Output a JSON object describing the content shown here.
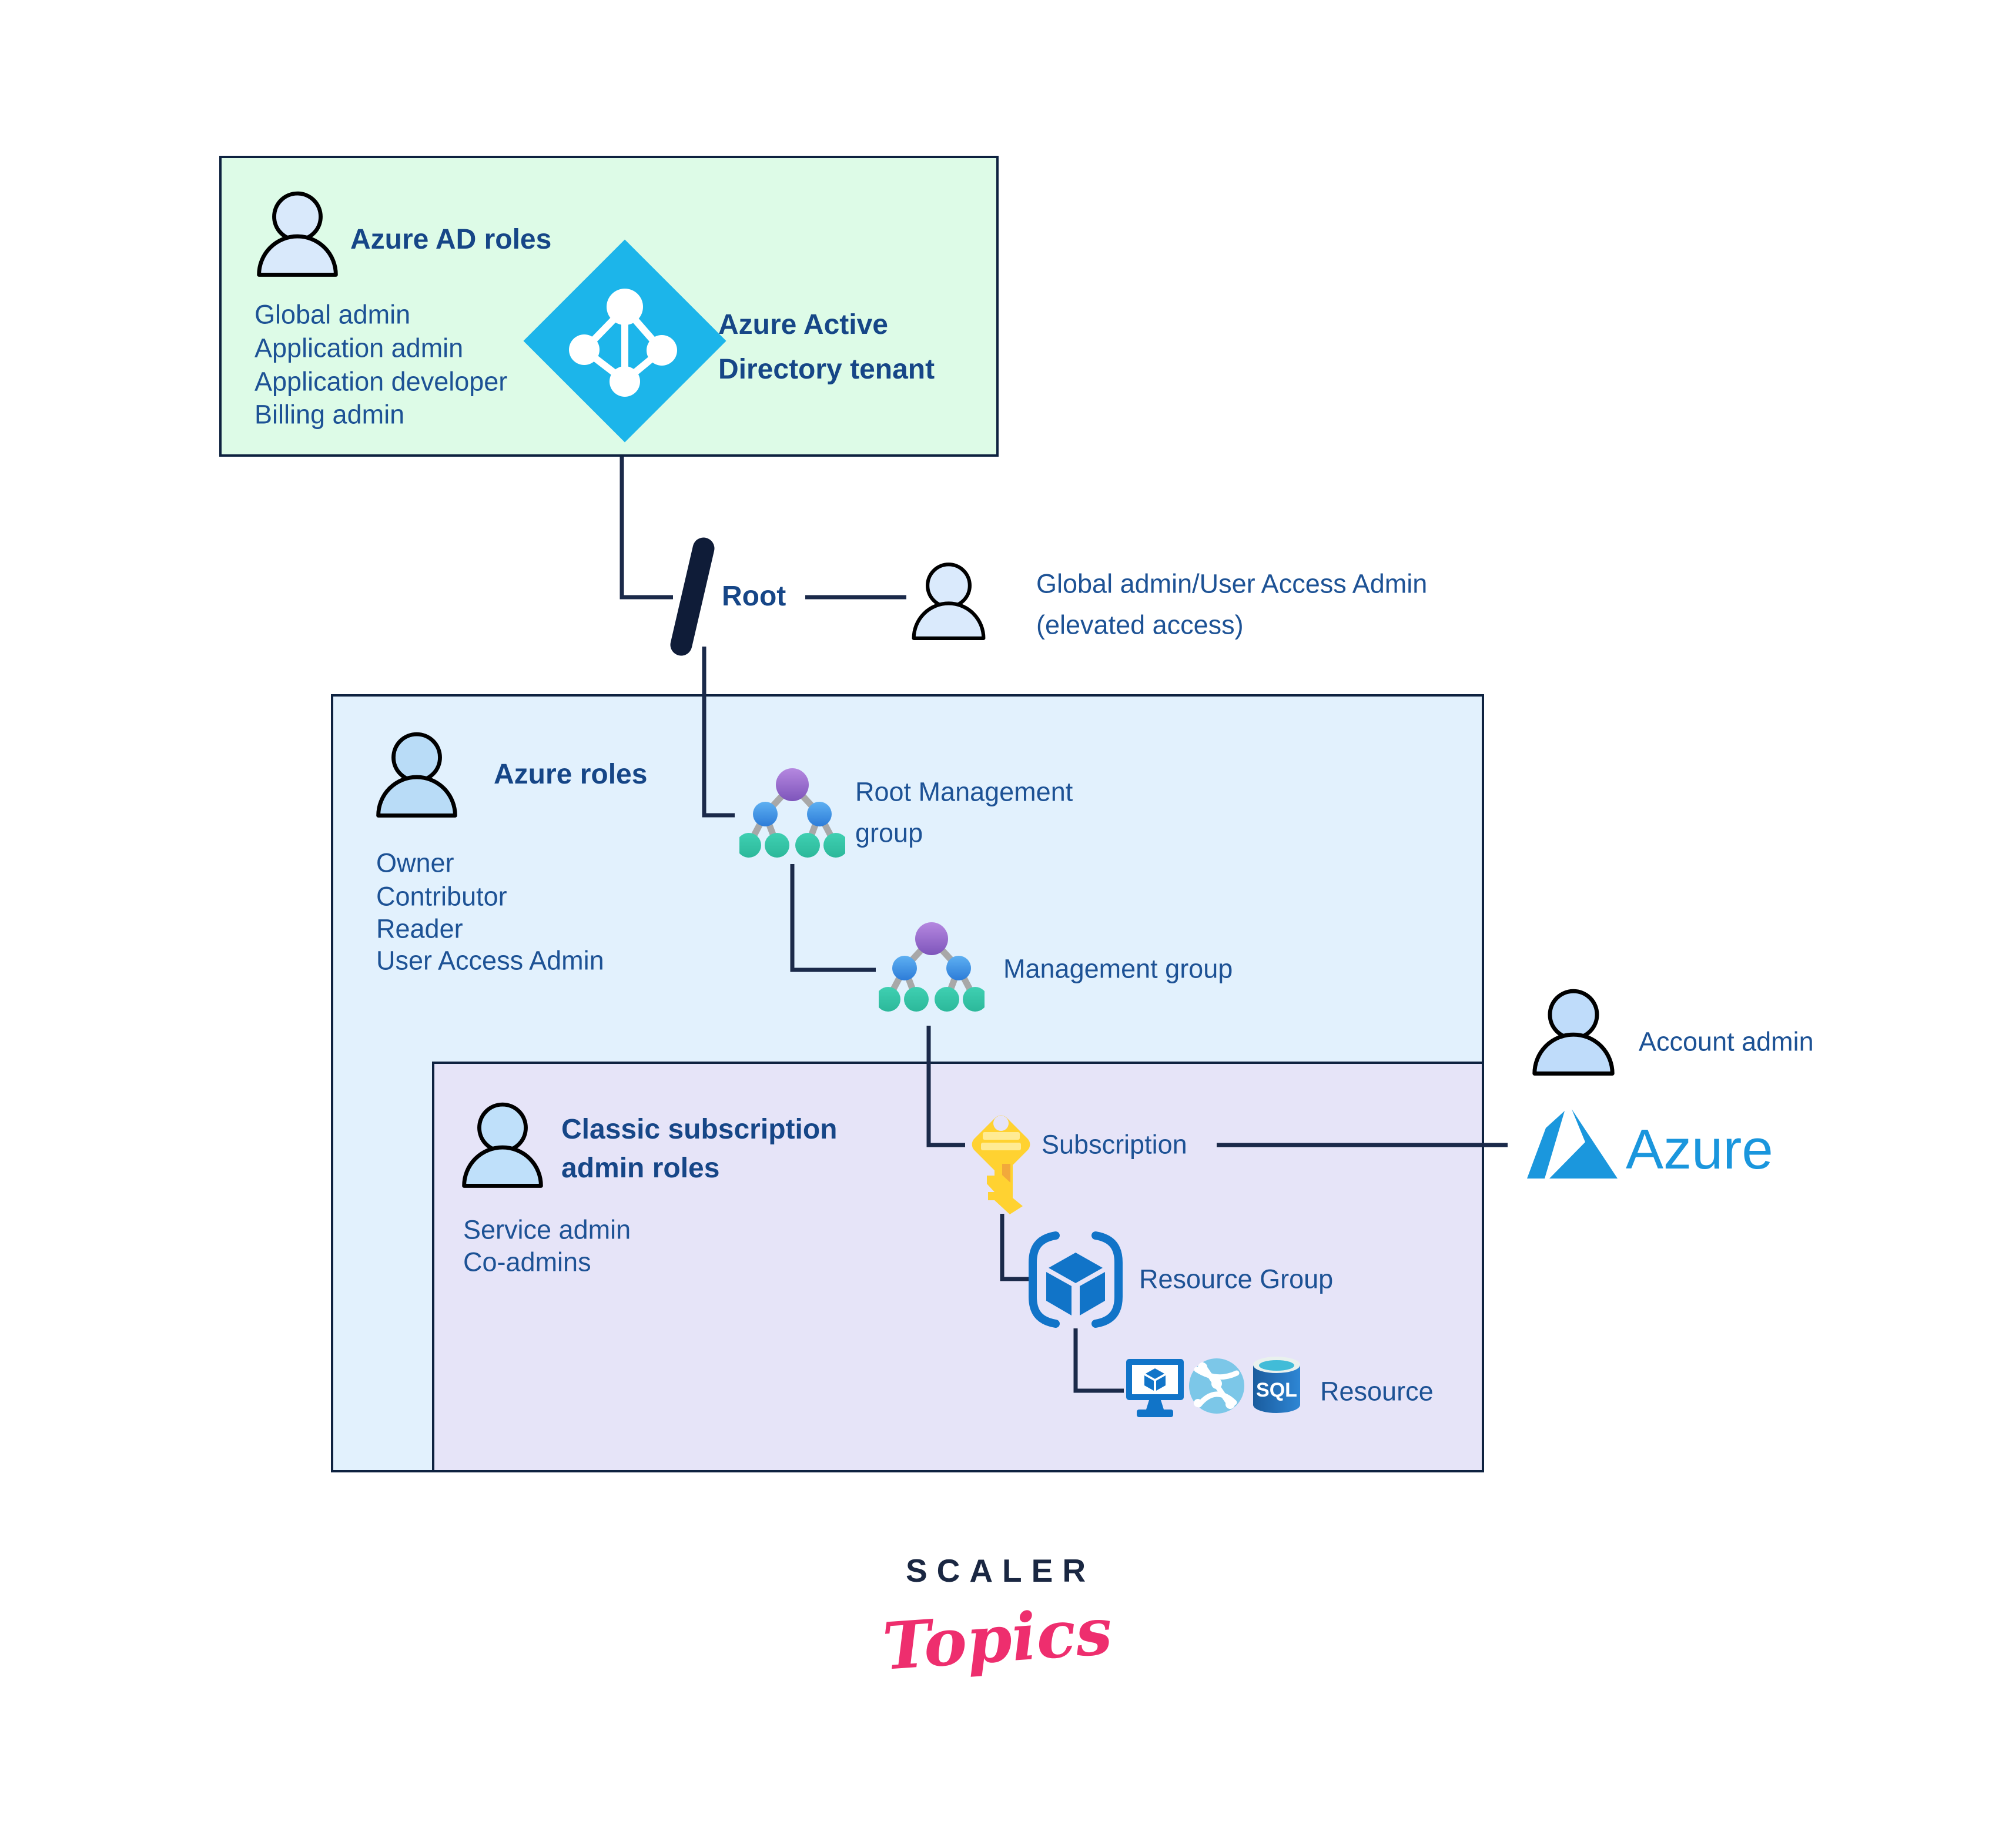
{
  "azure_ad_box": {
    "title": "Azure AD roles",
    "roles": [
      "Global admin",
      "Application admin",
      "Application developer",
      "Billing admin"
    ],
    "tenant_line1": "Azure Active",
    "tenant_line2": "Directory tenant"
  },
  "root": {
    "label": "Root",
    "admin_line1": "Global admin/User Access Admin",
    "admin_line2": "(elevated access)"
  },
  "azure_roles_box": {
    "title": "Azure roles",
    "roles": [
      "Owner",
      "Contributor",
      "Reader",
      "User Access Admin"
    ]
  },
  "classic_box": {
    "title_line1": "Classic subscription",
    "title_line2": "admin roles",
    "roles": [
      "Service admin",
      "Co-admins"
    ]
  },
  "hierarchy": {
    "root_mgmt_line1": "Root Management",
    "root_mgmt_line2": "group",
    "mgmt_group": "Management group",
    "subscription": "Subscription",
    "resource_group": "Resource Group",
    "resource": "Resource",
    "sql_badge": "SQL"
  },
  "right_side": {
    "account_admin": "Account admin",
    "azure_logo_text": "Azure"
  },
  "brand": {
    "scaler": "SCALER",
    "topics": "Topics"
  },
  "colors": {
    "green_box": "#ddfbe7",
    "blue_box": "#e2f1fd",
    "purple_box": "#e6e4f8",
    "border_navy": "#0e2240",
    "text_blue": "#1d5295",
    "heading_blue": "#164687",
    "tenant_cyan": "#1cb5ea",
    "key_yellow": "#ffd231",
    "azure_blue": "#1b97dd",
    "resource_blue": "#1174c8",
    "tree_purple": "#9a6fd0",
    "tree_blue": "#3f93e3",
    "tree_teal": "#35c3a6",
    "scaler_pink": "#ee2e6e"
  }
}
